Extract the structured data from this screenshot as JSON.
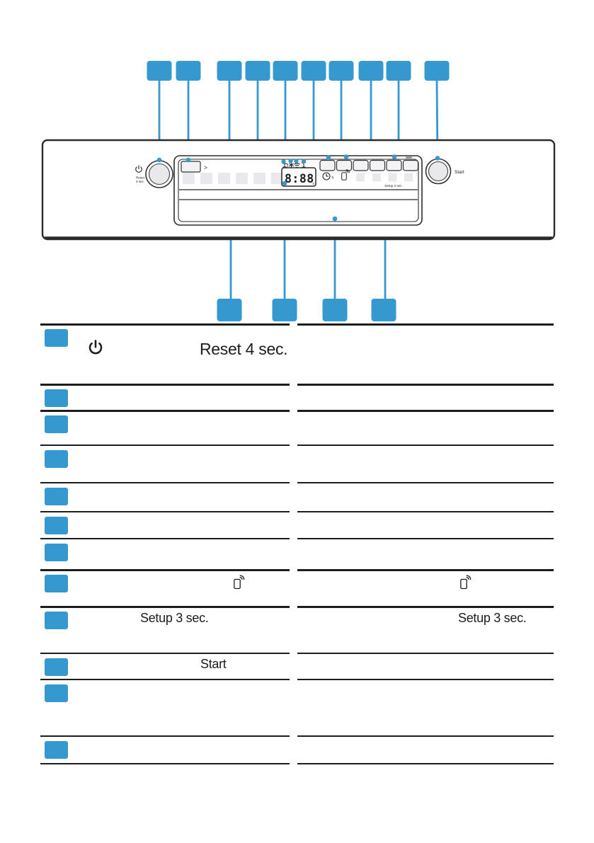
{
  "colors": {
    "accent_blue": "#3598ce",
    "line_dark": "#1d1d1d"
  },
  "panel": {
    "power_button_label_line1": "Reset",
    "power_button_label_line2": "3 sec.",
    "favourite_chevron": ">",
    "display_value": "8:88",
    "display_unit": "h",
    "time_unit": "h",
    "setup_hint": "Setup 3 sec.",
    "start_label": "Start"
  },
  "callouts": {
    "top": [
      "",
      "",
      "",
      "",
      "",
      "",
      "",
      "",
      "",
      ""
    ],
    "bottom": [
      "",
      "",
      "",
      ""
    ]
  },
  "legend_table": {
    "rows": [
      {
        "left_icon": "power-icon",
        "left_text": "Reset 4 sec.",
        "right_text": ""
      },
      {
        "left_text": "",
        "right_text": ""
      },
      {
        "left_text": "",
        "right_text": ""
      },
      {
        "left_text": "",
        "right_text": ""
      },
      {
        "left_text": "",
        "right_text": ""
      },
      {
        "left_text": "",
        "right_text": ""
      },
      {
        "left_text": "",
        "right_text": ""
      },
      {
        "left_icon": "remote-start-phone-icon",
        "right_icon": "remote-start-phone-icon",
        "left_text": "",
        "right_text": ""
      },
      {
        "left_text": "Setup 3 sec.",
        "right_text": "Setup 3 sec."
      },
      {
        "left_text": "Start",
        "right_text": ""
      },
      {
        "left_text": "",
        "right_text": ""
      },
      {
        "left_text": "",
        "right_text": ""
      }
    ]
  }
}
